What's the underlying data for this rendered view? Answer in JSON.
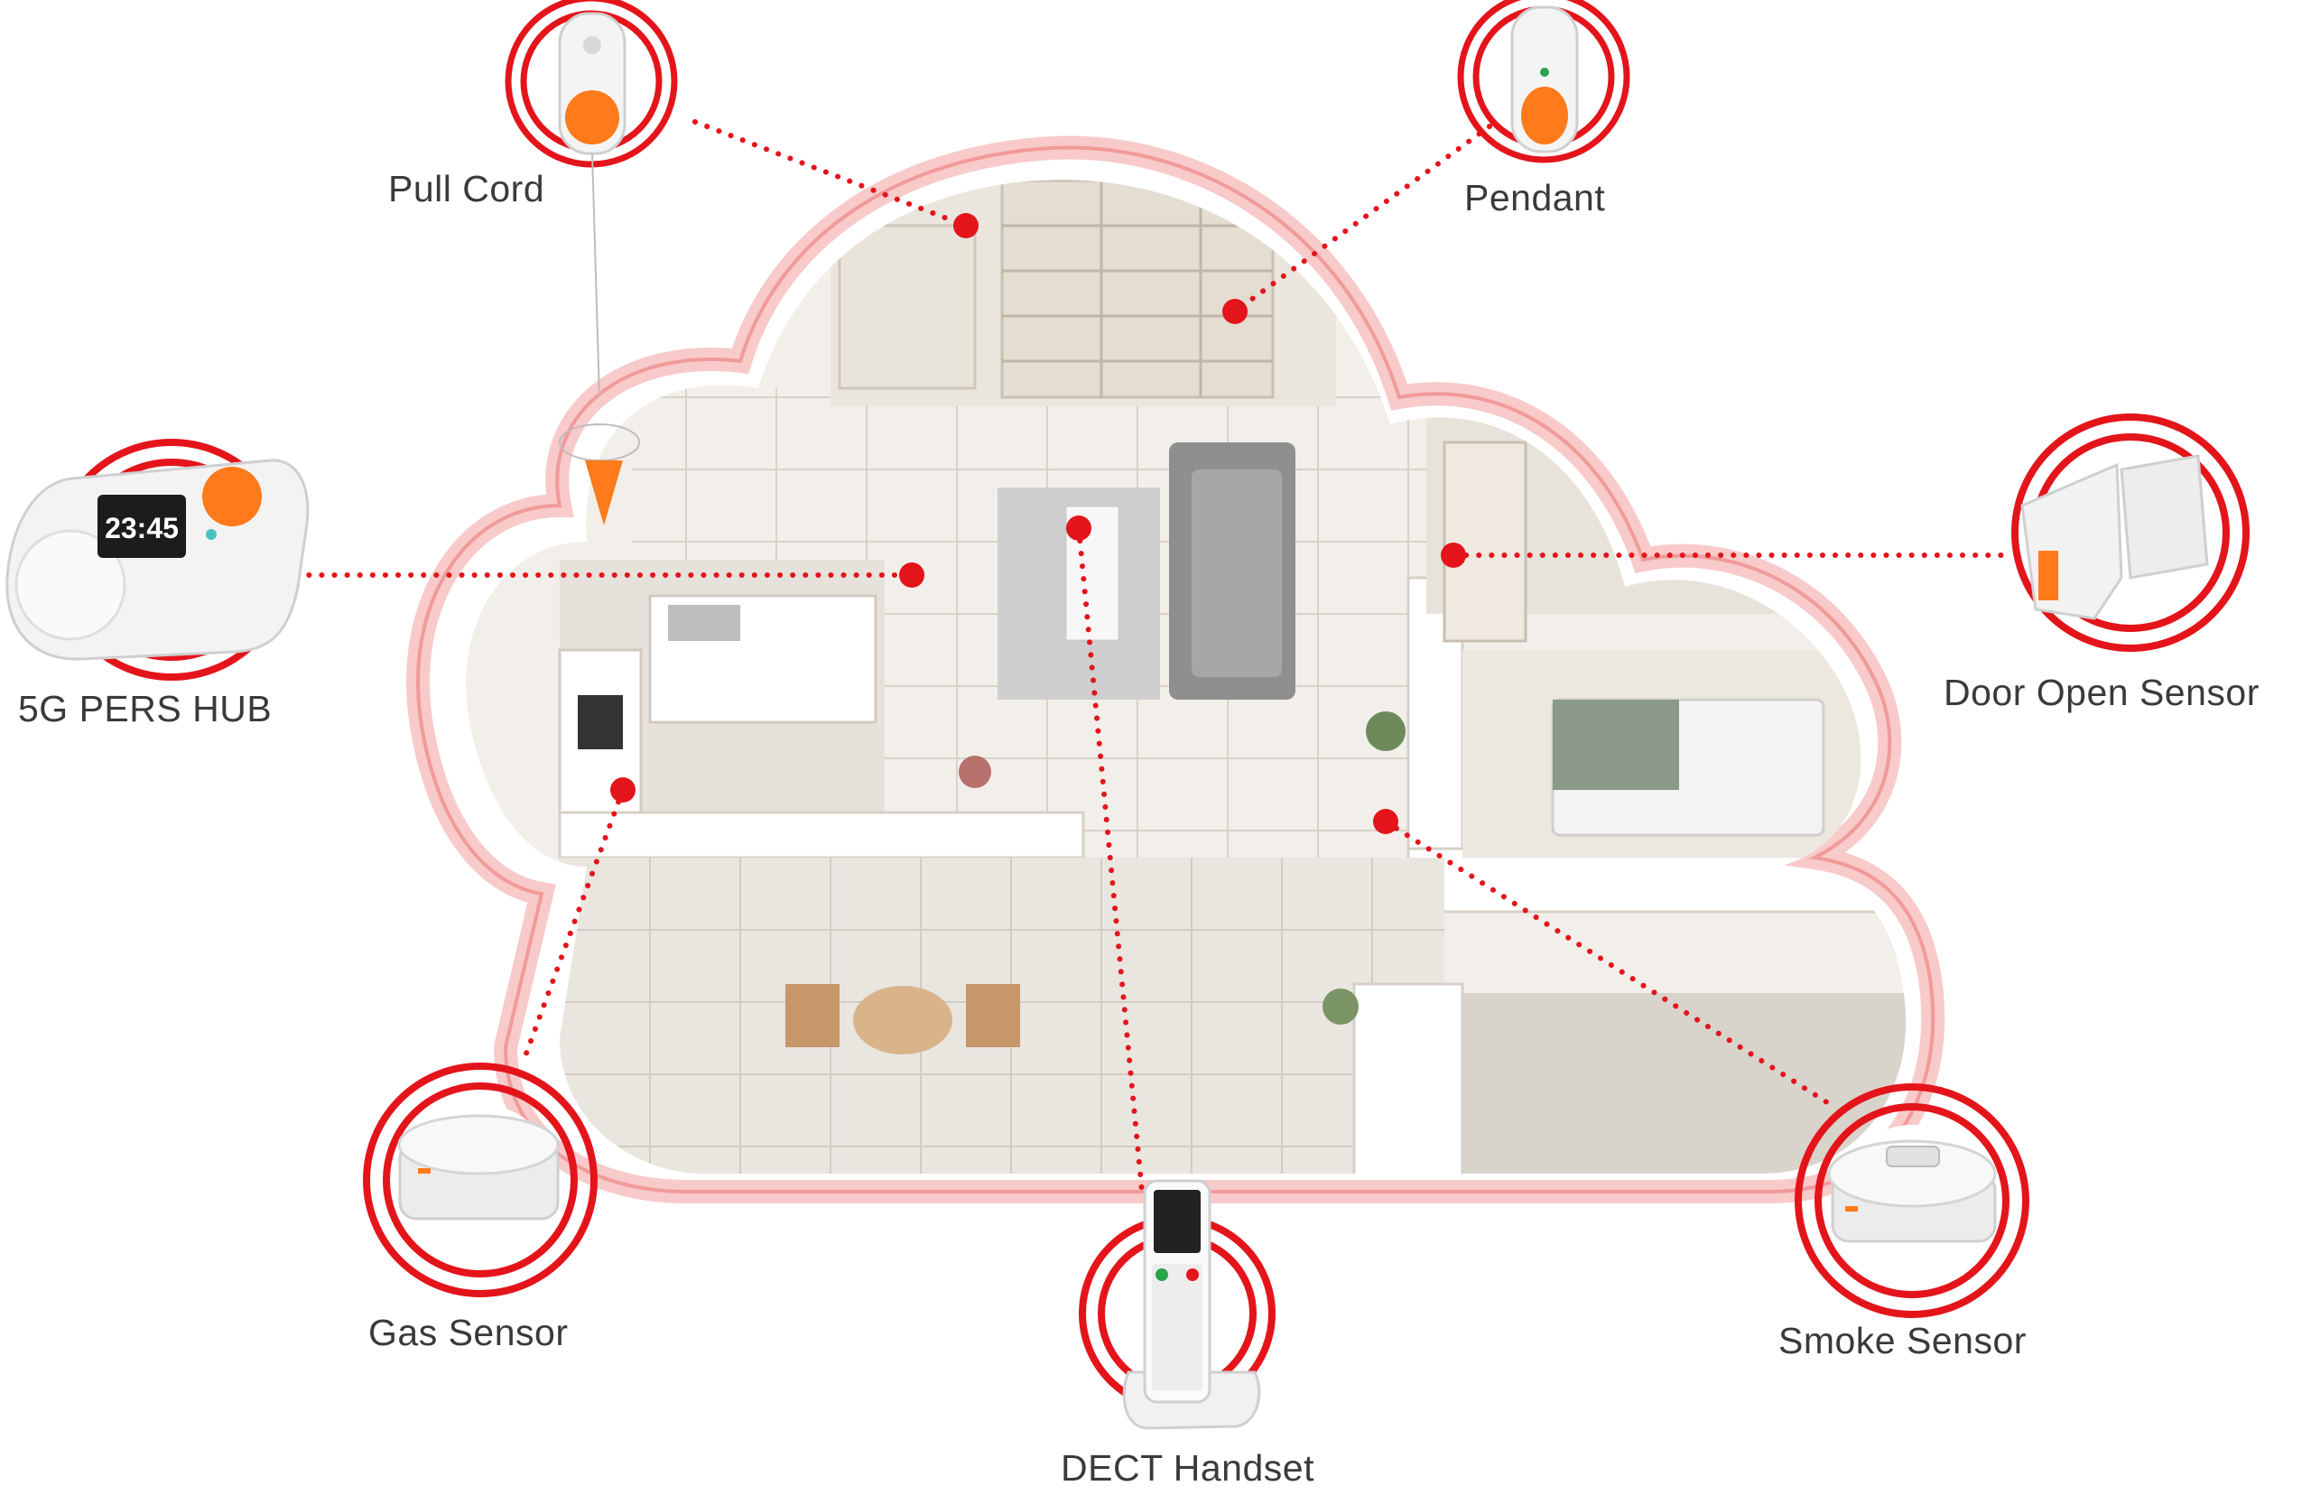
{
  "title": "",
  "colors": {
    "accent_red": "#e4141b",
    "accent_orange": "#ff7a1a",
    "cloud_outline": "#f4b4b4",
    "connector": "#e4141b",
    "label_text": "#3a3a3a"
  },
  "hub": {
    "label": "5G PERS HUB",
    "screen_time": "23:45",
    "icon": "pers-hub-icon"
  },
  "devices": {
    "pull_cord": {
      "label": "Pull Cord",
      "icon": "pull-cord-icon"
    },
    "pendant": {
      "label": "Pendant",
      "icon": "pendant-icon"
    },
    "door_sensor": {
      "label": "Door Open Sensor",
      "icon": "door-sensor-icon"
    },
    "gas_sensor": {
      "label": "Gas Sensor",
      "icon": "gas-sensor-icon"
    },
    "smoke_sensor": {
      "label": "Smoke Sensor",
      "icon": "smoke-sensor-icon"
    },
    "dect_handset": {
      "label": "DECT Handset",
      "icon": "phone-handset-icon"
    }
  },
  "house": {
    "icon": "floorplan-illustration"
  }
}
